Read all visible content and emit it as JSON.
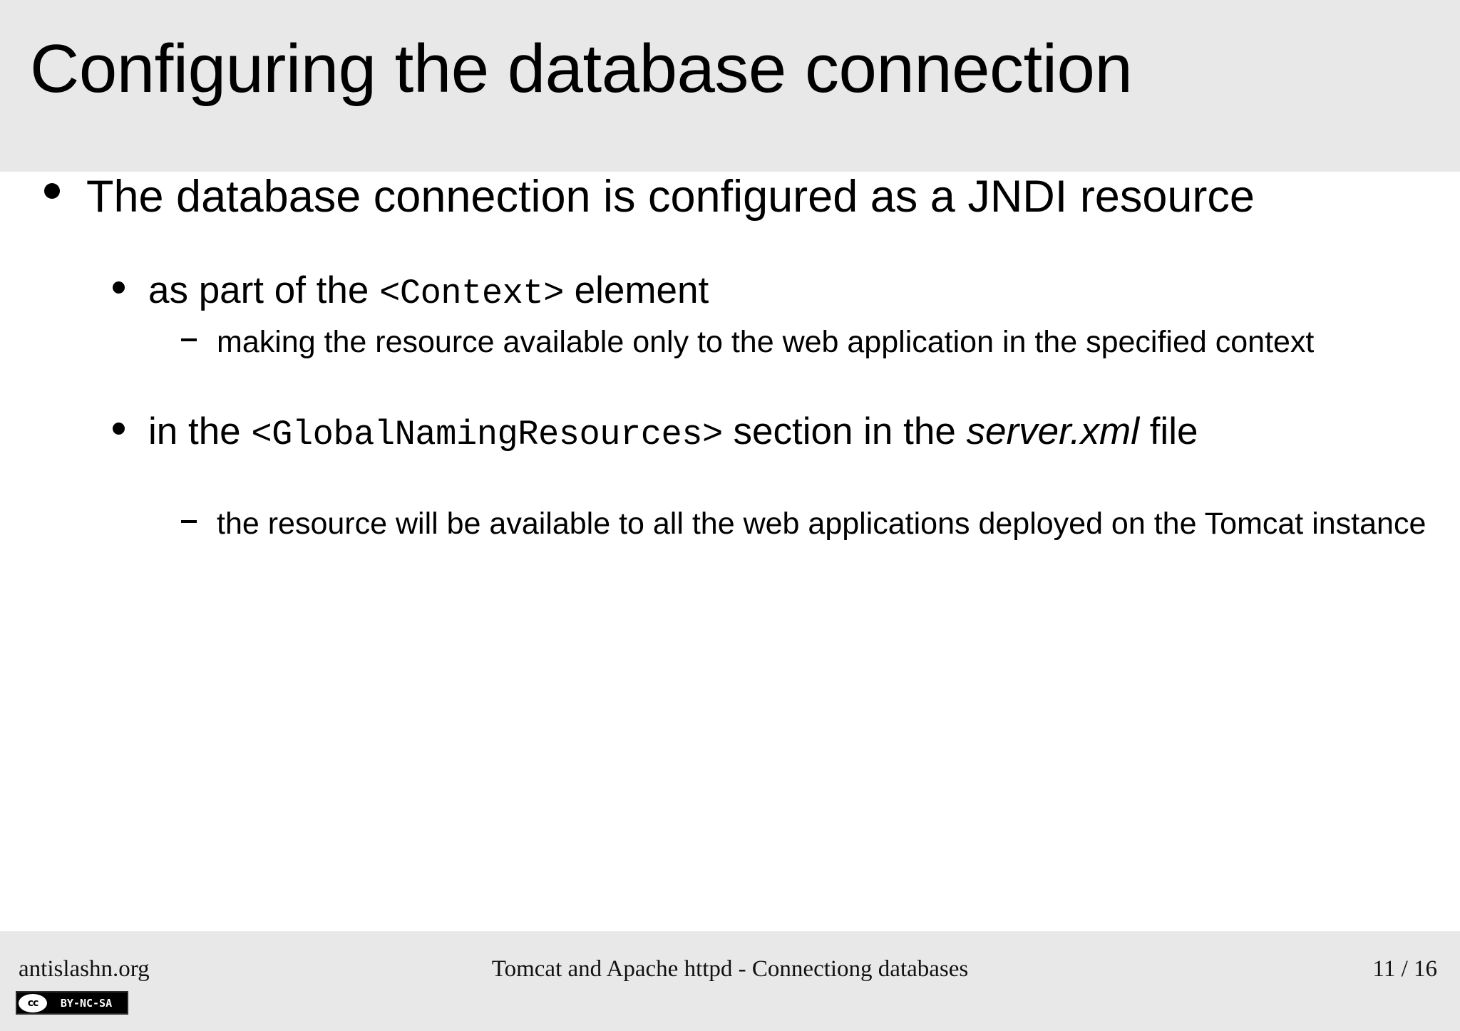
{
  "slide": {
    "title": "Configuring the database connection",
    "background_color": "#ffffff",
    "band_color": "#e8e8e8"
  },
  "body": {
    "bullet_1": {
      "level": 1,
      "marker": "disc",
      "text": "The database connection is configured as a JNDI resource"
    },
    "bullet_1a": {
      "level": 2,
      "marker": "disc",
      "pre": "as part of the ",
      "code": "<Context>",
      "post": " element"
    },
    "bullet_1a_1": {
      "level": 3,
      "marker": "dash",
      "text": "making the resource available only to the web application in the specified context"
    },
    "bullet_2": {
      "level": 2,
      "marker": "disc",
      "pre": "in the ",
      "code": "<GlobalNamingResources>",
      "mid": " section in the ",
      "italic": "server.xml",
      "post": " file"
    },
    "bullet_2a": {
      "level": 3,
      "marker": "dash",
      "text": "the resource will be available to all the web applications deployed on the Tomcat instance"
    }
  },
  "footer": {
    "left": "antislashn.org",
    "center": "Tomcat and Apache httpd - Connectiong databases",
    "page": "11 / 16",
    "license_badge": {
      "mark": "cc",
      "terms": "BY-NC-SA"
    }
  }
}
